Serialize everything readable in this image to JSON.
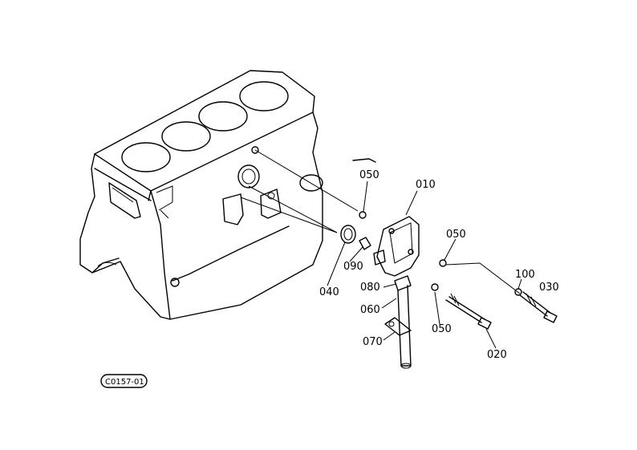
{
  "diagram": {
    "drawing_code": "C0157-01",
    "callouts": [
      {
        "id": "p010",
        "label": "010"
      },
      {
        "id": "p020",
        "label": "020"
      },
      {
        "id": "p030",
        "label": "030"
      },
      {
        "id": "p040",
        "label": "040"
      },
      {
        "id": "p050a",
        "label": "050"
      },
      {
        "id": "p050b",
        "label": "050"
      },
      {
        "id": "p050c",
        "label": "050"
      },
      {
        "id": "p060",
        "label": "060"
      },
      {
        "id": "p070",
        "label": "070"
      },
      {
        "id": "p080",
        "label": "080"
      },
      {
        "id": "p090",
        "label": "090"
      },
      {
        "id": "p100",
        "label": "100"
      }
    ]
  }
}
